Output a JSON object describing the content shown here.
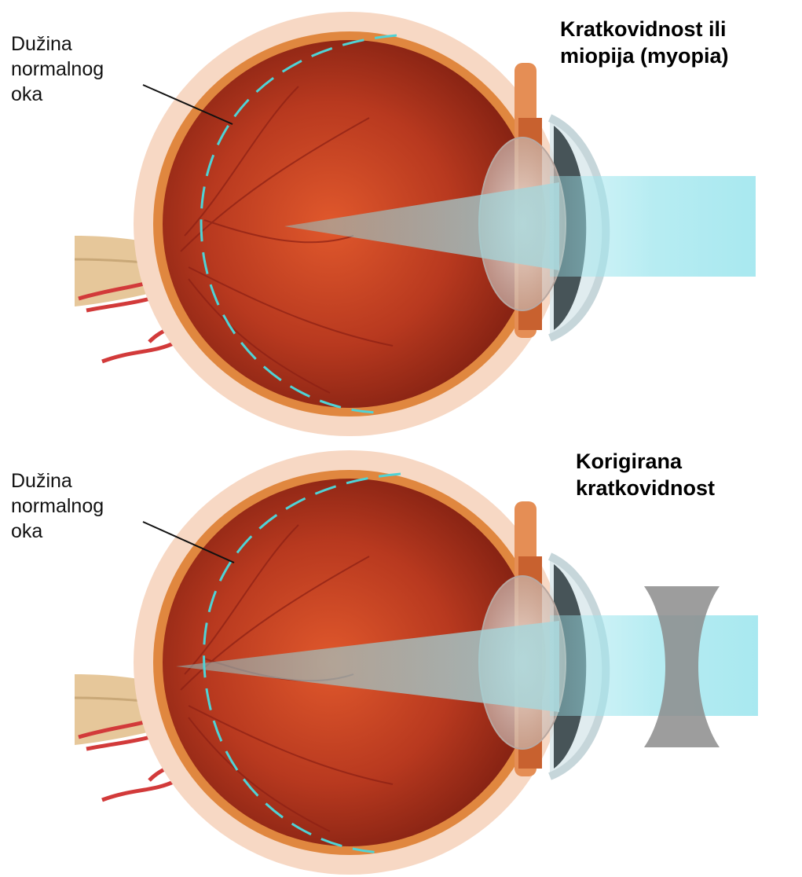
{
  "diagrams": [
    {
      "id": "myopia",
      "title_lines": [
        "Kratkovidnost ili",
        "miopija (myopia)"
      ],
      "label_lines": [
        "Dužina",
        "normalnog",
        "oka"
      ]
    },
    {
      "id": "corrected",
      "title_lines": [
        "Korigirana",
        "kratkovidnost"
      ],
      "label_lines": [
        "Dužina",
        "normalnog",
        "oka"
      ]
    }
  ],
  "colors": {
    "eyeball_inner": "#b8391f",
    "eyeball_dark": "#7a1d10",
    "sclera": "#e0873f",
    "outer_tissue": "#f7d8c4",
    "light_beam": "#9fe6ee",
    "normal_length_dash": "#4fd3d6",
    "concave_lens": "#8c8c8c",
    "blood_vessel": "#d23a3a",
    "optic_nerve": "#e6c79a"
  }
}
